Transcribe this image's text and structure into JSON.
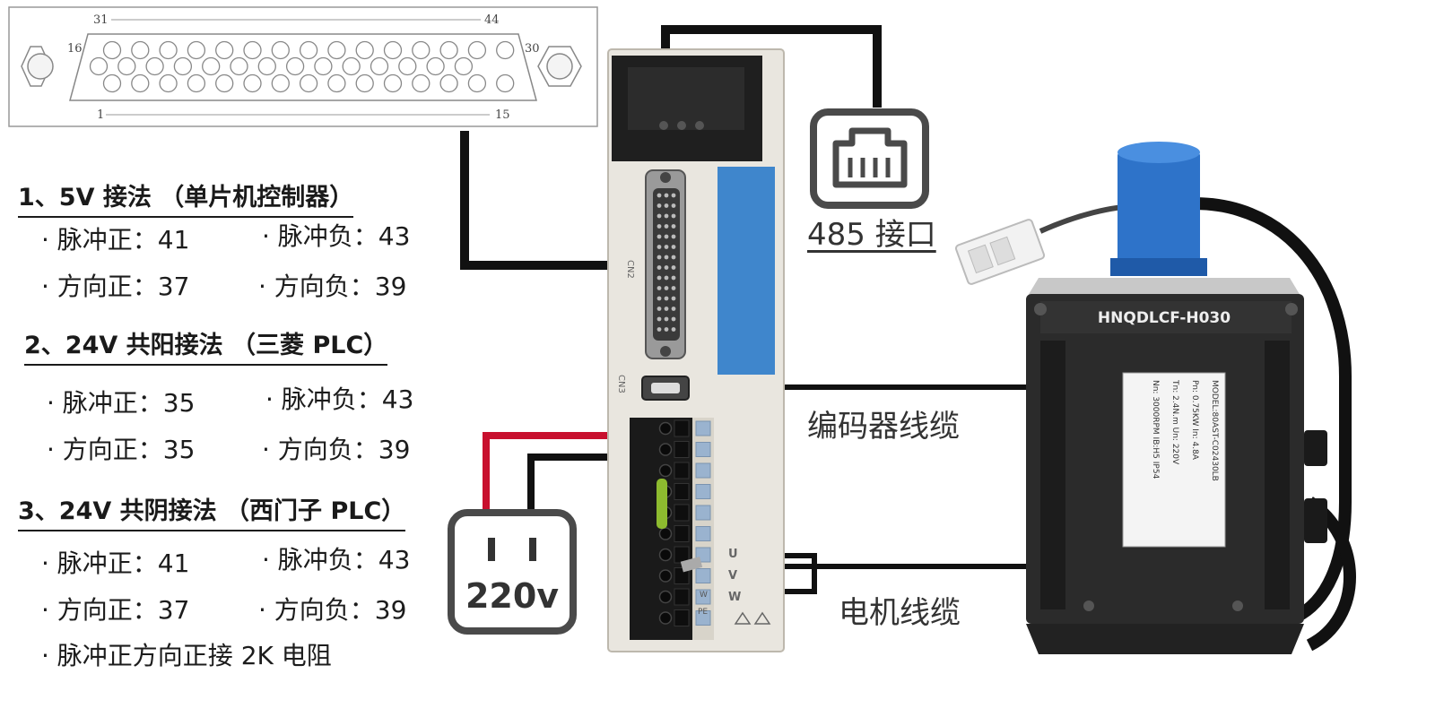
{
  "connector": {
    "pin_labels": {
      "top_left": "31",
      "top_right": "44",
      "mid_left": "16",
      "mid_right": "30",
      "bottom_left": "1",
      "bottom_right": "15"
    }
  },
  "sections": [
    {
      "heading": "1、5V 接法 （单片机控制器）",
      "items": [
        "· 脉冲正：41",
        "· 脉冲负：43",
        "· 方向正：37",
        "· 方向负：39"
      ]
    },
    {
      "heading": "2、24V 共阳接法 （三菱 PLC）",
      "items": [
        "· 脉冲正：35",
        "· 脉冲负：43",
        "· 方向正：35",
        "· 方向负：39"
      ]
    },
    {
      "heading": "3、24V 共阴接法 （西门子 PLC）",
      "items": [
        "· 脉冲正：41",
        "· 脉冲负：43",
        "· 方向正：37",
        "· 方向负：39"
      ],
      "note": "· 脉冲正方向正接 2K 电阻"
    }
  ],
  "labels": {
    "port_485": "485 接口",
    "power": "220v",
    "encoder_cable": "编码器线缆",
    "motor_cable": "电机线缆"
  },
  "driver": {
    "cn2": "CN2",
    "cn3": "CN3",
    "phase_labels": [
      "U",
      "V",
      "W"
    ],
    "terminal_labels": [
      "W",
      "PE"
    ]
  },
  "motor": {
    "model_header": "HNQDLCF-H030",
    "nameplate": [
      "MODEL:80AST-C02430LB",
      "Pn: 0.75KW    In: 4.8A",
      "Tn: 2.4N.m    Un: 220V",
      "Nn: 3000RPM   IB:H5  IP54"
    ]
  },
  "colors": {
    "wire": "#111111",
    "power_wire": "#c8102e",
    "driver_body": "#e9e6df",
    "blue_label": "#3f86cc",
    "motor_body": "#2b2b2b"
  }
}
